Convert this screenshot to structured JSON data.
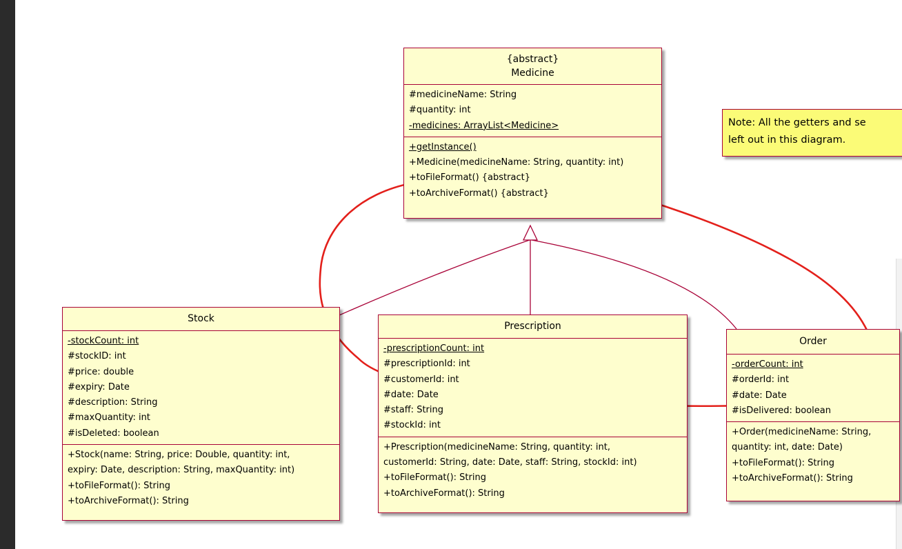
{
  "diagram": {
    "classes": [
      {
        "id": "medicine",
        "stereotype": "{abstract}",
        "name": "Medicine",
        "attributes": [
          {
            "text": "#medicineName: String",
            "static": false
          },
          {
            "text": "#quantity: int",
            "static": false
          },
          {
            "text": "-medicines: ArrayList<Medicine>",
            "static": true
          }
        ],
        "methods": [
          {
            "text": "+getInstance()",
            "static": true
          },
          {
            "text": "+Medicine(medicineName: String, quantity: int)",
            "static": false
          },
          {
            "text": "+toFileFormat() {abstract}",
            "static": false
          },
          {
            "text": "+toArchiveFormat() {abstract}",
            "static": false
          }
        ]
      },
      {
        "id": "stock",
        "name": "Stock",
        "attributes": [
          {
            "text": "-stockCount: int",
            "static": true
          },
          {
            "text": "#stockID: int",
            "static": false
          },
          {
            "text": "#price: double",
            "static": false
          },
          {
            "text": "#expiry: Date",
            "static": false
          },
          {
            "text": "#description: String",
            "static": false
          },
          {
            "text": "#maxQuantity: int",
            "static": false
          },
          {
            "text": "#isDeleted: boolean",
            "static": false
          }
        ],
        "methods": [
          {
            "text": "+Stock(name: String, price: Double, quantity: int,",
            "static": false
          },
          {
            "text": "expiry: Date, description: String, maxQuantity: int)",
            "static": false
          },
          {
            "text": "+toFileFormat(): String",
            "static": false
          },
          {
            "text": "+toArchiveFormat(): String",
            "static": false
          }
        ]
      },
      {
        "id": "prescription",
        "name": "Prescription",
        "attributes": [
          {
            "text": "-prescriptionCount: int",
            "static": true
          },
          {
            "text": "#prescriptionId: int",
            "static": false
          },
          {
            "text": "#customerId: int",
            "static": false
          },
          {
            "text": "#date: Date",
            "static": false
          },
          {
            "text": "#staff: String",
            "static": false
          },
          {
            "text": "#stockId: int",
            "static": false
          }
        ],
        "methods": [
          {
            "text": "+Prescription(medicineName: String, quantity: int,",
            "static": false
          },
          {
            "text": "customerId: String, date: Date, staff: String, stockId: int)",
            "static": false
          },
          {
            "text": "+toFileFormat(): String",
            "static": false
          },
          {
            "text": "+toArchiveFormat(): String",
            "static": false
          }
        ]
      },
      {
        "id": "order",
        "name": "Order",
        "attributes": [
          {
            "text": "-orderCount: int",
            "static": true
          },
          {
            "text": "#orderId: int",
            "static": false
          },
          {
            "text": "#date: Date",
            "static": false
          },
          {
            "text": "#isDelivered: boolean",
            "static": false
          }
        ],
        "methods": [
          {
            "text": "+Order(medicineName: String,",
            "static": false
          },
          {
            "text": "quantity: int, date: Date)",
            "static": false
          },
          {
            "text": "+toFileFormat(): String",
            "static": false
          },
          {
            "text": "+toArchiveFormat(): String",
            "static": false
          }
        ]
      }
    ],
    "note": {
      "lines": [
        "Note: All the getters and se",
        "left out in this diagram."
      ]
    },
    "colors": {
      "class_fill": "#fefece",
      "class_border": "#a80036",
      "note_fill": "#fbfb77",
      "annotation_stroke": "#e3201b"
    }
  }
}
